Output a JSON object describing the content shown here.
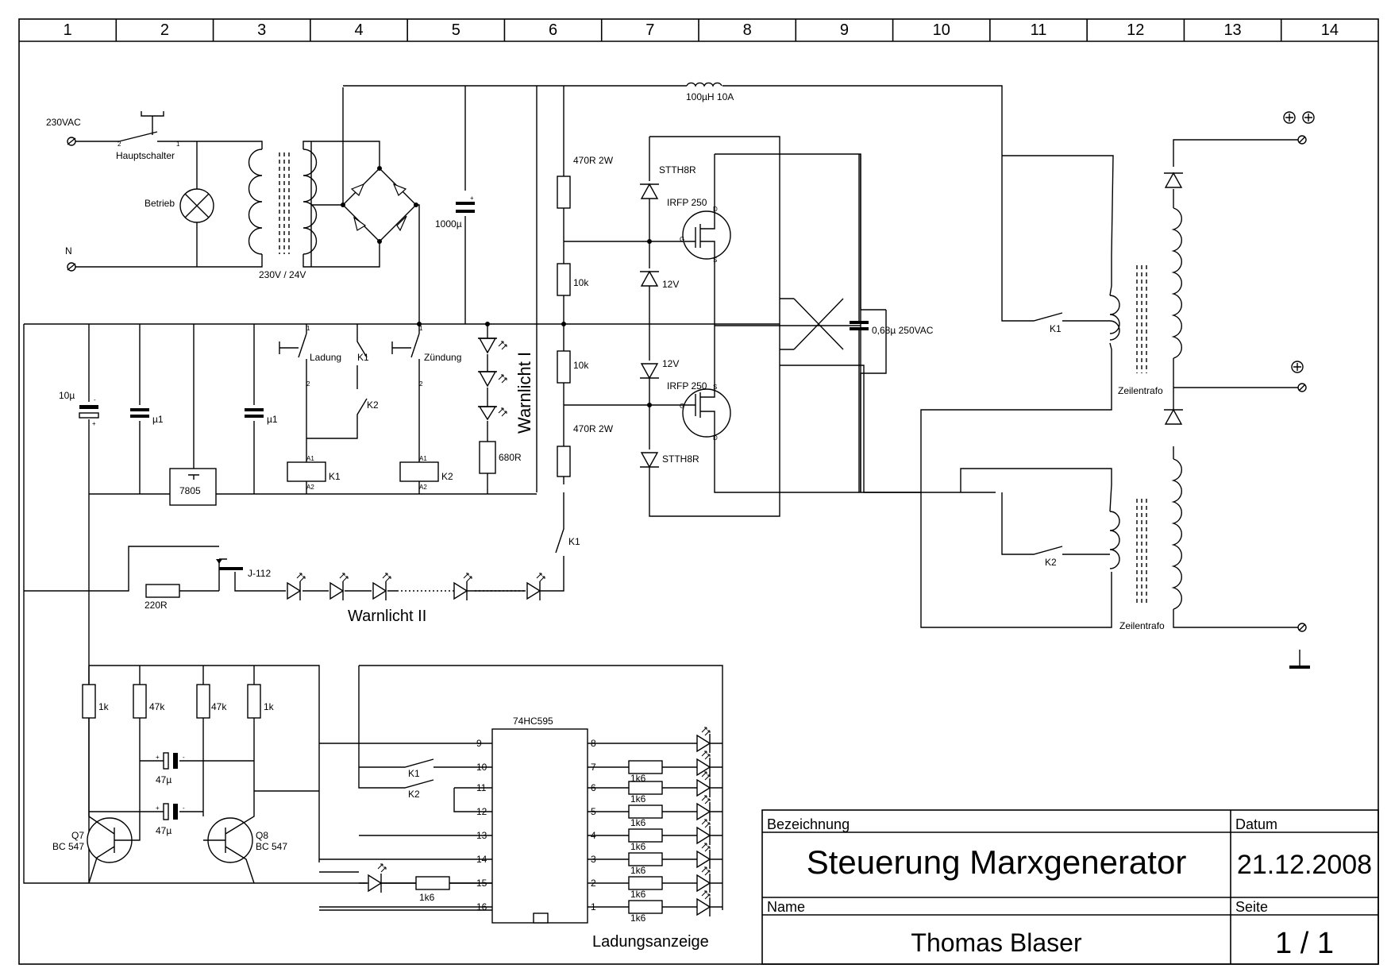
{
  "columns": [
    "1",
    "2",
    "3",
    "4",
    "5",
    "6",
    "7",
    "8",
    "9",
    "10",
    "11",
    "12",
    "13",
    "14"
  ],
  "labels": {
    "mains": "230VAC",
    "neutral": "N",
    "main_switch": "Hauptschalter",
    "lamp": "Betrieb",
    "transformer": "230V / 24V",
    "inductor": "100µH 10A",
    "cap_1000": "1000µ",
    "res_470_top": "470R 2W",
    "res_10k_top": "10k",
    "res_10k_bot": "10k",
    "res_470_bot": "470R 2W",
    "diode_top": "STTH8R",
    "diode_bot": "STTH8R",
    "mosfet_top": "IRFP 250",
    "mosfet_bot": "IRFP 250",
    "zener_top": "12V",
    "zener_bot": "12V",
    "cap_068": "0,68µ 250VAC",
    "relay_k1_coil": "K1",
    "relay_k2_coil": "K2",
    "ladung": "Ladung",
    "zuendung": "Zündung",
    "k1_contact": "K1",
    "k2_contact": "K2",
    "warnlicht1": "Warnlicht I",
    "res_680": "680R",
    "cap_10u": "10µ",
    "cap_u1_a": "µ1",
    "cap_u1_b": "µ1",
    "regulator": "7805",
    "jfet": "J-112",
    "res_220": "220R",
    "warnlicht2": "Warnlicht II",
    "k1_switch_mid": "K1",
    "k1_flyback": "K1",
    "k2_flyback": "K2",
    "zeilentrafo_top": "Zeilentrafo",
    "zeilentrafo_bot": "Zeilentrafo",
    "res_1k_a": "1k",
    "res_47k_a": "47k",
    "res_47k_b": "47k",
    "res_1k_b": "1k",
    "cap_47_a": "47µ",
    "cap_47_b": "47µ",
    "q7": "Q7",
    "q7_type": "BC 547",
    "q8": "Q8",
    "q8_type": "BC 547",
    "ic": "74HC595",
    "ic_k1": "K1",
    "ic_k2": "K2",
    "res_1k6": "1k6",
    "ladungsanzeige": "Ladungsanzeige",
    "pin_left": [
      "9",
      "10",
      "11",
      "12",
      "13",
      "14",
      "15",
      "16"
    ],
    "pin_right": [
      "8",
      "7",
      "6",
      "5",
      "4",
      "3",
      "2",
      "1"
    ]
  },
  "title_block": {
    "bezeichnung_label": "Bezeichnung",
    "datum_label": "Datum",
    "title": "Steuerung Marxgenerator",
    "date": "21.12.2008",
    "name_label": "Name",
    "seite_label": "Seite",
    "author": "Thomas Blaser",
    "page": "1 / 1"
  }
}
